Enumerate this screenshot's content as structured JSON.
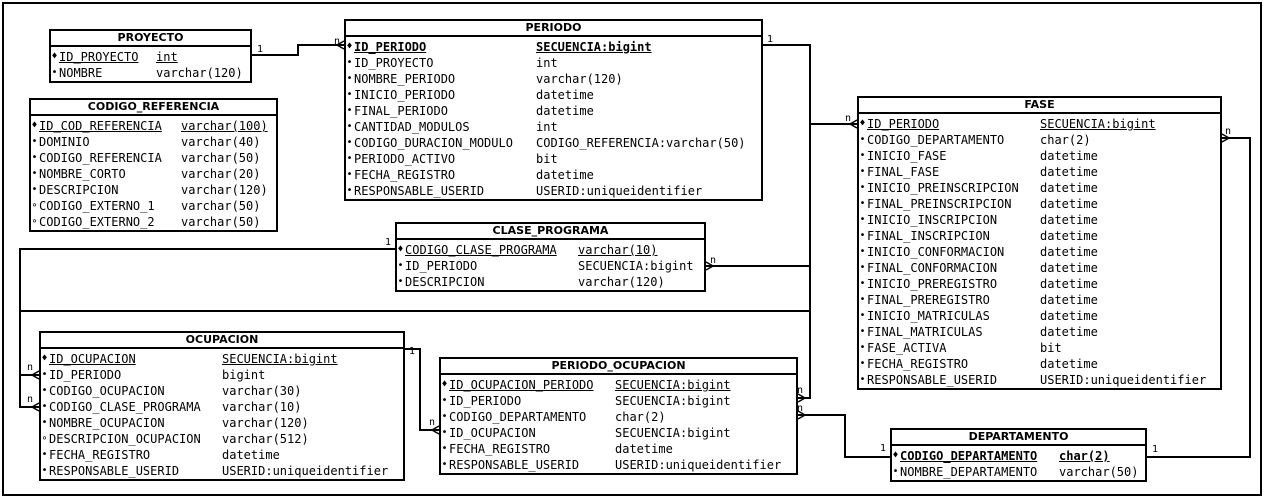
{
  "entities": {
    "proyecto": {
      "title": "PROYECTO",
      "rows": [
        {
          "marker": "♦",
          "name": "ID_PROYECTO",
          "type": "int",
          "pk": true
        },
        {
          "marker": "•",
          "name": "NOMBRE",
          "type": "varchar(120)"
        }
      ]
    },
    "codigo_referencia": {
      "title": "CODIGO_REFERENCIA",
      "rows": [
        {
          "marker": "♦",
          "name": "ID_COD_REFERENCIA",
          "type": "varchar(100)",
          "pk": true
        },
        {
          "marker": "•",
          "name": "DOMINIO",
          "type": "varchar(40)"
        },
        {
          "marker": "•",
          "name": "CODIGO_REFERENCIA",
          "type": "varchar(50)"
        },
        {
          "marker": "•",
          "name": "NOMBRE_CORTO",
          "type": "varchar(20)"
        },
        {
          "marker": "•",
          "name": "DESCRIPCION",
          "type": "varchar(120)"
        },
        {
          "marker": "∘",
          "name": "CODIGO_EXTERNO_1",
          "type": "varchar(50)"
        },
        {
          "marker": "∘",
          "name": "CODIGO_EXTERNO_2",
          "type": "varchar(50)"
        }
      ]
    },
    "periodo": {
      "title": "PERIODO",
      "rows": [
        {
          "marker": "♦",
          "name": "ID_PERIODO",
          "type": "SECUENCIA:bigint",
          "pk": true,
          "bold": true
        },
        {
          "marker": "•",
          "name": "ID_PROYECTO",
          "type": "int"
        },
        {
          "marker": "•",
          "name": "NOMBRE_PERIODO",
          "type": "varchar(120)"
        },
        {
          "marker": "•",
          "name": "INICIO_PERIODO",
          "type": "datetime"
        },
        {
          "marker": "•",
          "name": "FINAL_PERIODO",
          "type": "datetime"
        },
        {
          "marker": "•",
          "name": "CANTIDAD_MODULOS",
          "type": "int"
        },
        {
          "marker": "•",
          "name": "CODIGO_DURACION_MODULO",
          "type": "CODIGO_REFERENCIA:varchar(50)"
        },
        {
          "marker": "•",
          "name": "PERIODO_ACTIVO",
          "type": "bit"
        },
        {
          "marker": "•",
          "name": "FECHA_REGISTRO",
          "type": "datetime"
        },
        {
          "marker": "•",
          "name": "RESPONSABLE_USERID",
          "type": "USERID:uniqueidentifier"
        }
      ]
    },
    "clase_programa": {
      "title": "CLASE_PROGRAMA",
      "rows": [
        {
          "marker": "♦",
          "name": "CODIGO_CLASE_PROGRAMA",
          "type": "varchar(10)",
          "pk": true
        },
        {
          "marker": "•",
          "name": "ID_PERIODO",
          "type": "SECUENCIA:bigint"
        },
        {
          "marker": "•",
          "name": "DESCRIPCION",
          "type": "varchar(120)"
        }
      ]
    },
    "fase": {
      "title": "FASE",
      "rows": [
        {
          "marker": "♦",
          "name": "ID_PERIODO",
          "type": "SECUENCIA:bigint",
          "pk": true
        },
        {
          "marker": "•",
          "name": "CODIGO_DEPARTAMENTO",
          "type": "char(2)"
        },
        {
          "marker": "•",
          "name": "INICIO_FASE",
          "type": "datetime"
        },
        {
          "marker": "•",
          "name": "FINAL_FASE",
          "type": "datetime"
        },
        {
          "marker": "•",
          "name": "INICIO_PREINSCRIPCION",
          "type": "datetime"
        },
        {
          "marker": "•",
          "name": "FINAL_PREINSCRIPCION",
          "type": "datetime"
        },
        {
          "marker": "•",
          "name": "INICIO_INSCRIPCION",
          "type": "datetime"
        },
        {
          "marker": "•",
          "name": "FINAL_INSCRIPCION",
          "type": "datetime"
        },
        {
          "marker": "•",
          "name": "INICIO_CONFORMACION",
          "type": "datetime"
        },
        {
          "marker": "•",
          "name": "FINAL_CONFORMACION",
          "type": "datetime"
        },
        {
          "marker": "•",
          "name": "INICIO_PREREGISTRO",
          "type": "datetime"
        },
        {
          "marker": "•",
          "name": "FINAL_PREREGISTRO",
          "type": "datetime"
        },
        {
          "marker": "•",
          "name": "INICIO_MATRICULAS",
          "type": "datetime"
        },
        {
          "marker": "•",
          "name": "FINAL_MATRICULAS",
          "type": "datetime"
        },
        {
          "marker": "•",
          "name": "FASE_ACTIVA",
          "type": "bit"
        },
        {
          "marker": "•",
          "name": "FECHA_REGISTRO",
          "type": "datetime"
        },
        {
          "marker": "•",
          "name": "RESPONSABLE_USERID",
          "type": "USERID:uniqueidentifier"
        }
      ]
    },
    "ocupacion": {
      "title": "OCUPACION",
      "rows": [
        {
          "marker": "♦",
          "name": "ID_OCUPACION",
          "type": "SECUENCIA:bigint",
          "pk": true
        },
        {
          "marker": "•",
          "name": "ID_PERIODO",
          "type": "bigint"
        },
        {
          "marker": "•",
          "name": "CODIGO_OCUPACION",
          "type": "varchar(30)"
        },
        {
          "marker": "•",
          "name": "CODIGO_CLASE_PROGRAMA",
          "type": "varchar(10)"
        },
        {
          "marker": "•",
          "name": "NOMBRE_OCUPACION",
          "type": "varchar(120)"
        },
        {
          "marker": "∘",
          "name": "DESCRIPCION_OCUPACION",
          "type": "varchar(512)"
        },
        {
          "marker": "•",
          "name": "FECHA_REGISTRO",
          "type": "datetime"
        },
        {
          "marker": "•",
          "name": "RESPONSABLE_USERID",
          "type": "USERID:uniqueidentifier"
        }
      ]
    },
    "periodo_ocupacion": {
      "title": "PERIODO_OCUPACION",
      "rows": [
        {
          "marker": "♦",
          "name": "ID_OCUPACION_PERIODO",
          "type": "SECUENCIA:bigint",
          "pk": true
        },
        {
          "marker": "•",
          "name": "ID_PERIODO",
          "type": "SECUENCIA:bigint"
        },
        {
          "marker": "•",
          "name": "CODIGO_DEPARTAMENTO",
          "type": "char(2)"
        },
        {
          "marker": "•",
          "name": "ID_OCUPACION",
          "type": "SECUENCIA:bigint"
        },
        {
          "marker": "•",
          "name": "FECHA_REGISTRO",
          "type": "datetime"
        },
        {
          "marker": "•",
          "name": "RESPONSABLE_USERID",
          "type": "USERID:uniqueidentifier"
        }
      ]
    },
    "departamento": {
      "title": "DEPARTAMENTO",
      "rows": [
        {
          "marker": "♦",
          "name": "CODIGO_DEPARTAMENTO",
          "type": "char(2)",
          "pk": true,
          "bold": true
        },
        {
          "marker": "•",
          "name": "NOMBRE_DEPARTAMENTO",
          "type": "varchar(50)"
        }
      ]
    }
  },
  "relationships": [
    {
      "from": "proyecto",
      "to": "periodo",
      "from_card": "1",
      "to_card": "n"
    },
    {
      "from": "periodo",
      "to": "fase",
      "from_card": "1",
      "to_card": "n"
    },
    {
      "from": "periodo",
      "to": "clase_programa",
      "from_card": "1",
      "to_card": "n"
    },
    {
      "from": "periodo",
      "to": "ocupacion",
      "from_card": "1",
      "to_card": "n"
    },
    {
      "from": "periodo",
      "to": "periodo_ocupacion",
      "from_card": "1",
      "to_card": "n"
    },
    {
      "from": "clase_programa",
      "to": "ocupacion",
      "from_card": "1",
      "to_card": "n"
    },
    {
      "from": "ocupacion",
      "to": "periodo_ocupacion",
      "from_card": "1",
      "to_card": "n"
    },
    {
      "from": "departamento",
      "to": "periodo_ocupacion",
      "from_card": "1",
      "to_card": "n"
    },
    {
      "from": "departamento",
      "to": "fase",
      "from_card": "1",
      "to_card": "n"
    }
  ]
}
